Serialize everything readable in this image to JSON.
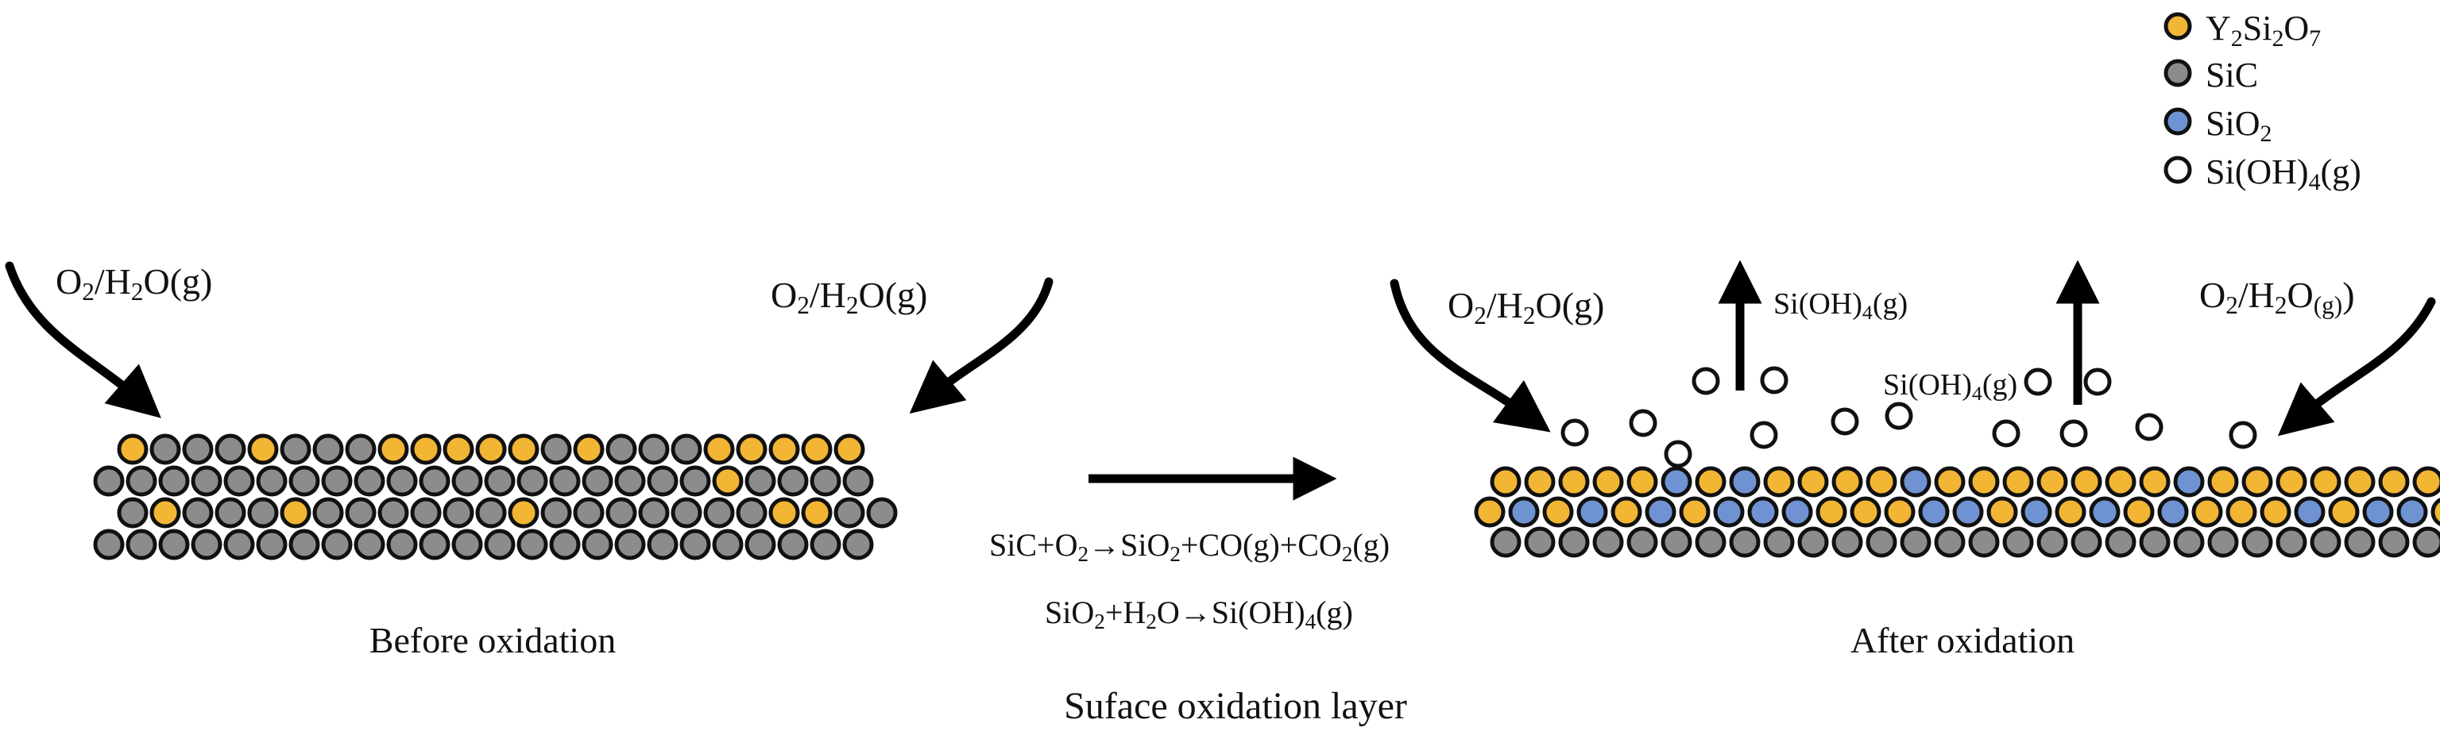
{
  "colors": {
    "y2si2o7": "#f2b534",
    "sic": "#8c8c8c",
    "sio2": "#6f93d2",
    "gas": "#ffffff",
    "outline": "#111111",
    "arrow": "#000000"
  },
  "legend": [
    {
      "key": "y2si2o7",
      "icon": "yellow-circle-icon",
      "parts": [
        [
          "Y",
          ""
        ],
        [
          "2",
          "sub"
        ],
        [
          "Si",
          ""
        ],
        [
          "2",
          "sub"
        ],
        [
          "O",
          ""
        ],
        [
          "7",
          "sub"
        ]
      ]
    },
    {
      "key": "sic",
      "icon": "gray-circle-icon",
      "parts": [
        [
          "SiC",
          ""
        ]
      ]
    },
    {
      "key": "sio2",
      "icon": "blue-circle-icon",
      "parts": [
        [
          "SiO",
          ""
        ],
        [
          "2",
          "sub"
        ]
      ]
    },
    {
      "key": "gas",
      "icon": "white-circle-icon",
      "parts": [
        [
          "Si(OH)",
          ""
        ],
        [
          "4",
          "sub"
        ],
        [
          "(g)",
          ""
        ]
      ]
    }
  ],
  "before": {
    "caption": "Before oxidation",
    "gas_left": [
      [
        "O",
        ""
      ],
      [
        "2",
        "sub"
      ],
      [
        "/H",
        ""
      ],
      [
        "2",
        "sub"
      ],
      [
        "O(g)",
        ""
      ]
    ],
    "gas_right": [
      [
        "O",
        ""
      ],
      [
        "2",
        "sub"
      ],
      [
        "/H",
        ""
      ],
      [
        "2",
        "sub"
      ],
      [
        "O(g)",
        ""
      ]
    ],
    "layers": [
      "ysssysssyyyyysysssyyyyy",
      "sssssssssssssssssssyssss",
      "sysssyssssssysssssssyyss",
      "ssssssssssssssssssssssss"
    ]
  },
  "process": {
    "reaction_1": [
      [
        "SiC+O",
        ""
      ],
      [
        "2",
        "sub"
      ],
      [
        "→SiO",
        ""
      ],
      [
        "2",
        "sub"
      ],
      [
        "+CO(g)+CO",
        ""
      ],
      [
        "2",
        "sub"
      ],
      [
        "(g)",
        ""
      ]
    ],
    "reaction_2": [
      [
        "SiO",
        ""
      ],
      [
        "2",
        "sub"
      ],
      [
        "+H",
        ""
      ],
      [
        "2",
        "sub"
      ],
      [
        "O→Si(OH)",
        ""
      ],
      [
        "4",
        "sub"
      ],
      [
        "(g)",
        ""
      ]
    ],
    "caption": "Suface oxidation layer"
  },
  "after": {
    "caption": "After oxidation",
    "gas_left": [
      [
        "O",
        ""
      ],
      [
        "2",
        "sub"
      ],
      [
        "/H",
        ""
      ],
      [
        "2",
        "sub"
      ],
      [
        "O(g)",
        ""
      ]
    ],
    "gas_right": [
      [
        "O",
        ""
      ],
      [
        "2",
        "sub"
      ],
      [
        "/H",
        ""
      ],
      [
        "2",
        "sub"
      ],
      [
        "O",
        ""
      ],
      [
        "(g)",
        "sub"
      ],
      [
        ")",
        ""
      ]
    ],
    "release_1": [
      [
        "Si(OH)",
        ""
      ],
      [
        "4",
        "sub"
      ],
      [
        "(g)",
        ""
      ]
    ],
    "release_2": [
      [
        "Si(OH)",
        ""
      ],
      [
        "4",
        "sub"
      ],
      [
        "(g)",
        ""
      ]
    ],
    "layers": [
      "yyyyybybyyyybyyyyyyybyyyyyyyyyb",
      "ybybybybbbyyybbybybybyyybybbyby",
      "ssssssssssssssssssssssssssssss"
    ]
  }
}
